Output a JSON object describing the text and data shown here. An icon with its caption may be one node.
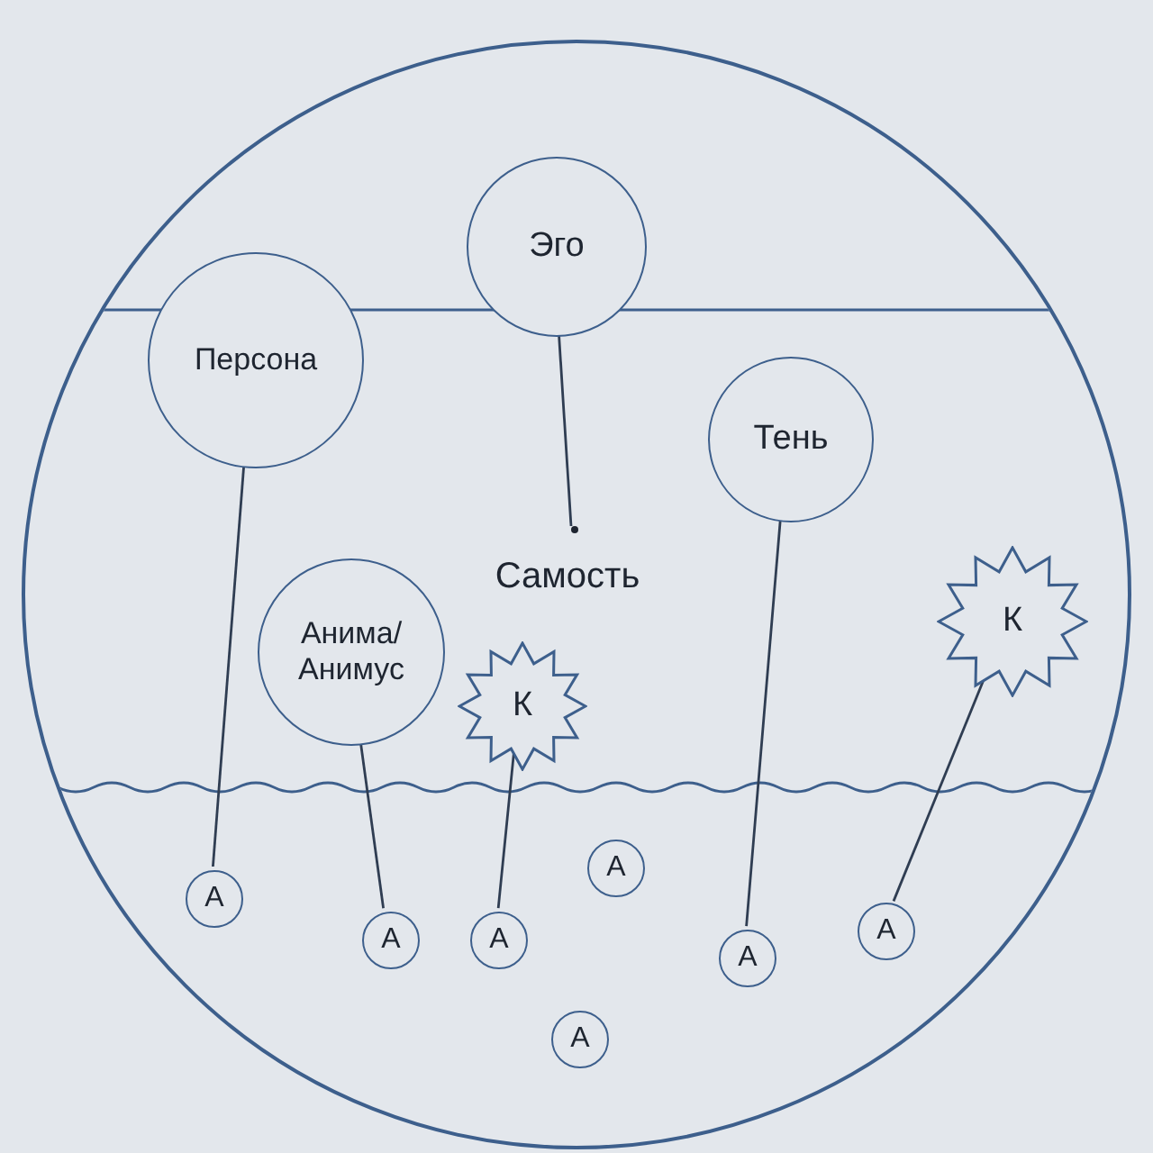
{
  "diagram": {
    "nodes": [
      {
        "text": [],
        "shape": "circle"
      },
      {
        "text": [
          "Эго"
        ],
        "in": 0
      },
      {
        "text": [
          "Персона"
        ],
        "in": 0
      },
      {
        "text": [
          "Тень"
        ],
        "in": 0
      },
      {
        "text": [
          "Самость"
        ],
        "in": 0
      },
      {
        "text": [
          "Анима/ Анимус"
        ],
        "in": 0
      },
      {
        "text": [
          "К"
        ],
        "in": 0
      },
      {
        "text": [
          "К"
        ],
        "in": 0
      },
      {
        "text": [
          "А"
        ],
        "in": 0
      },
      {
        "text": [
          "А"
        ],
        "in": 0
      },
      {
        "text": [
          "А"
        ],
        "in": 0
      },
      {
        "text": [
          "А"
        ],
        "in": 0
      },
      {
        "text": [
          "А"
        ],
        "in": 0
      },
      {
        "text": [
          "А"
        ],
        "in": 0
      },
      {
        "text": [
          "А"
        ],
        "in": 0
      }
    ],
    "edges": [
      {
        "from": 1,
        "to": 4,
        "arrow": "none"
      },
      {
        "from": 2,
        "to": 8,
        "arrow": "none"
      },
      {
        "from": 5,
        "to": 9,
        "arrow": "none"
      },
      {
        "from": 6,
        "to": 10,
        "arrow": "none"
      },
      {
        "from": 3,
        "to": 13,
        "arrow": "none"
      },
      {
        "from": 7,
        "to": 14,
        "arrow": "none"
      }
    ]
  }
}
